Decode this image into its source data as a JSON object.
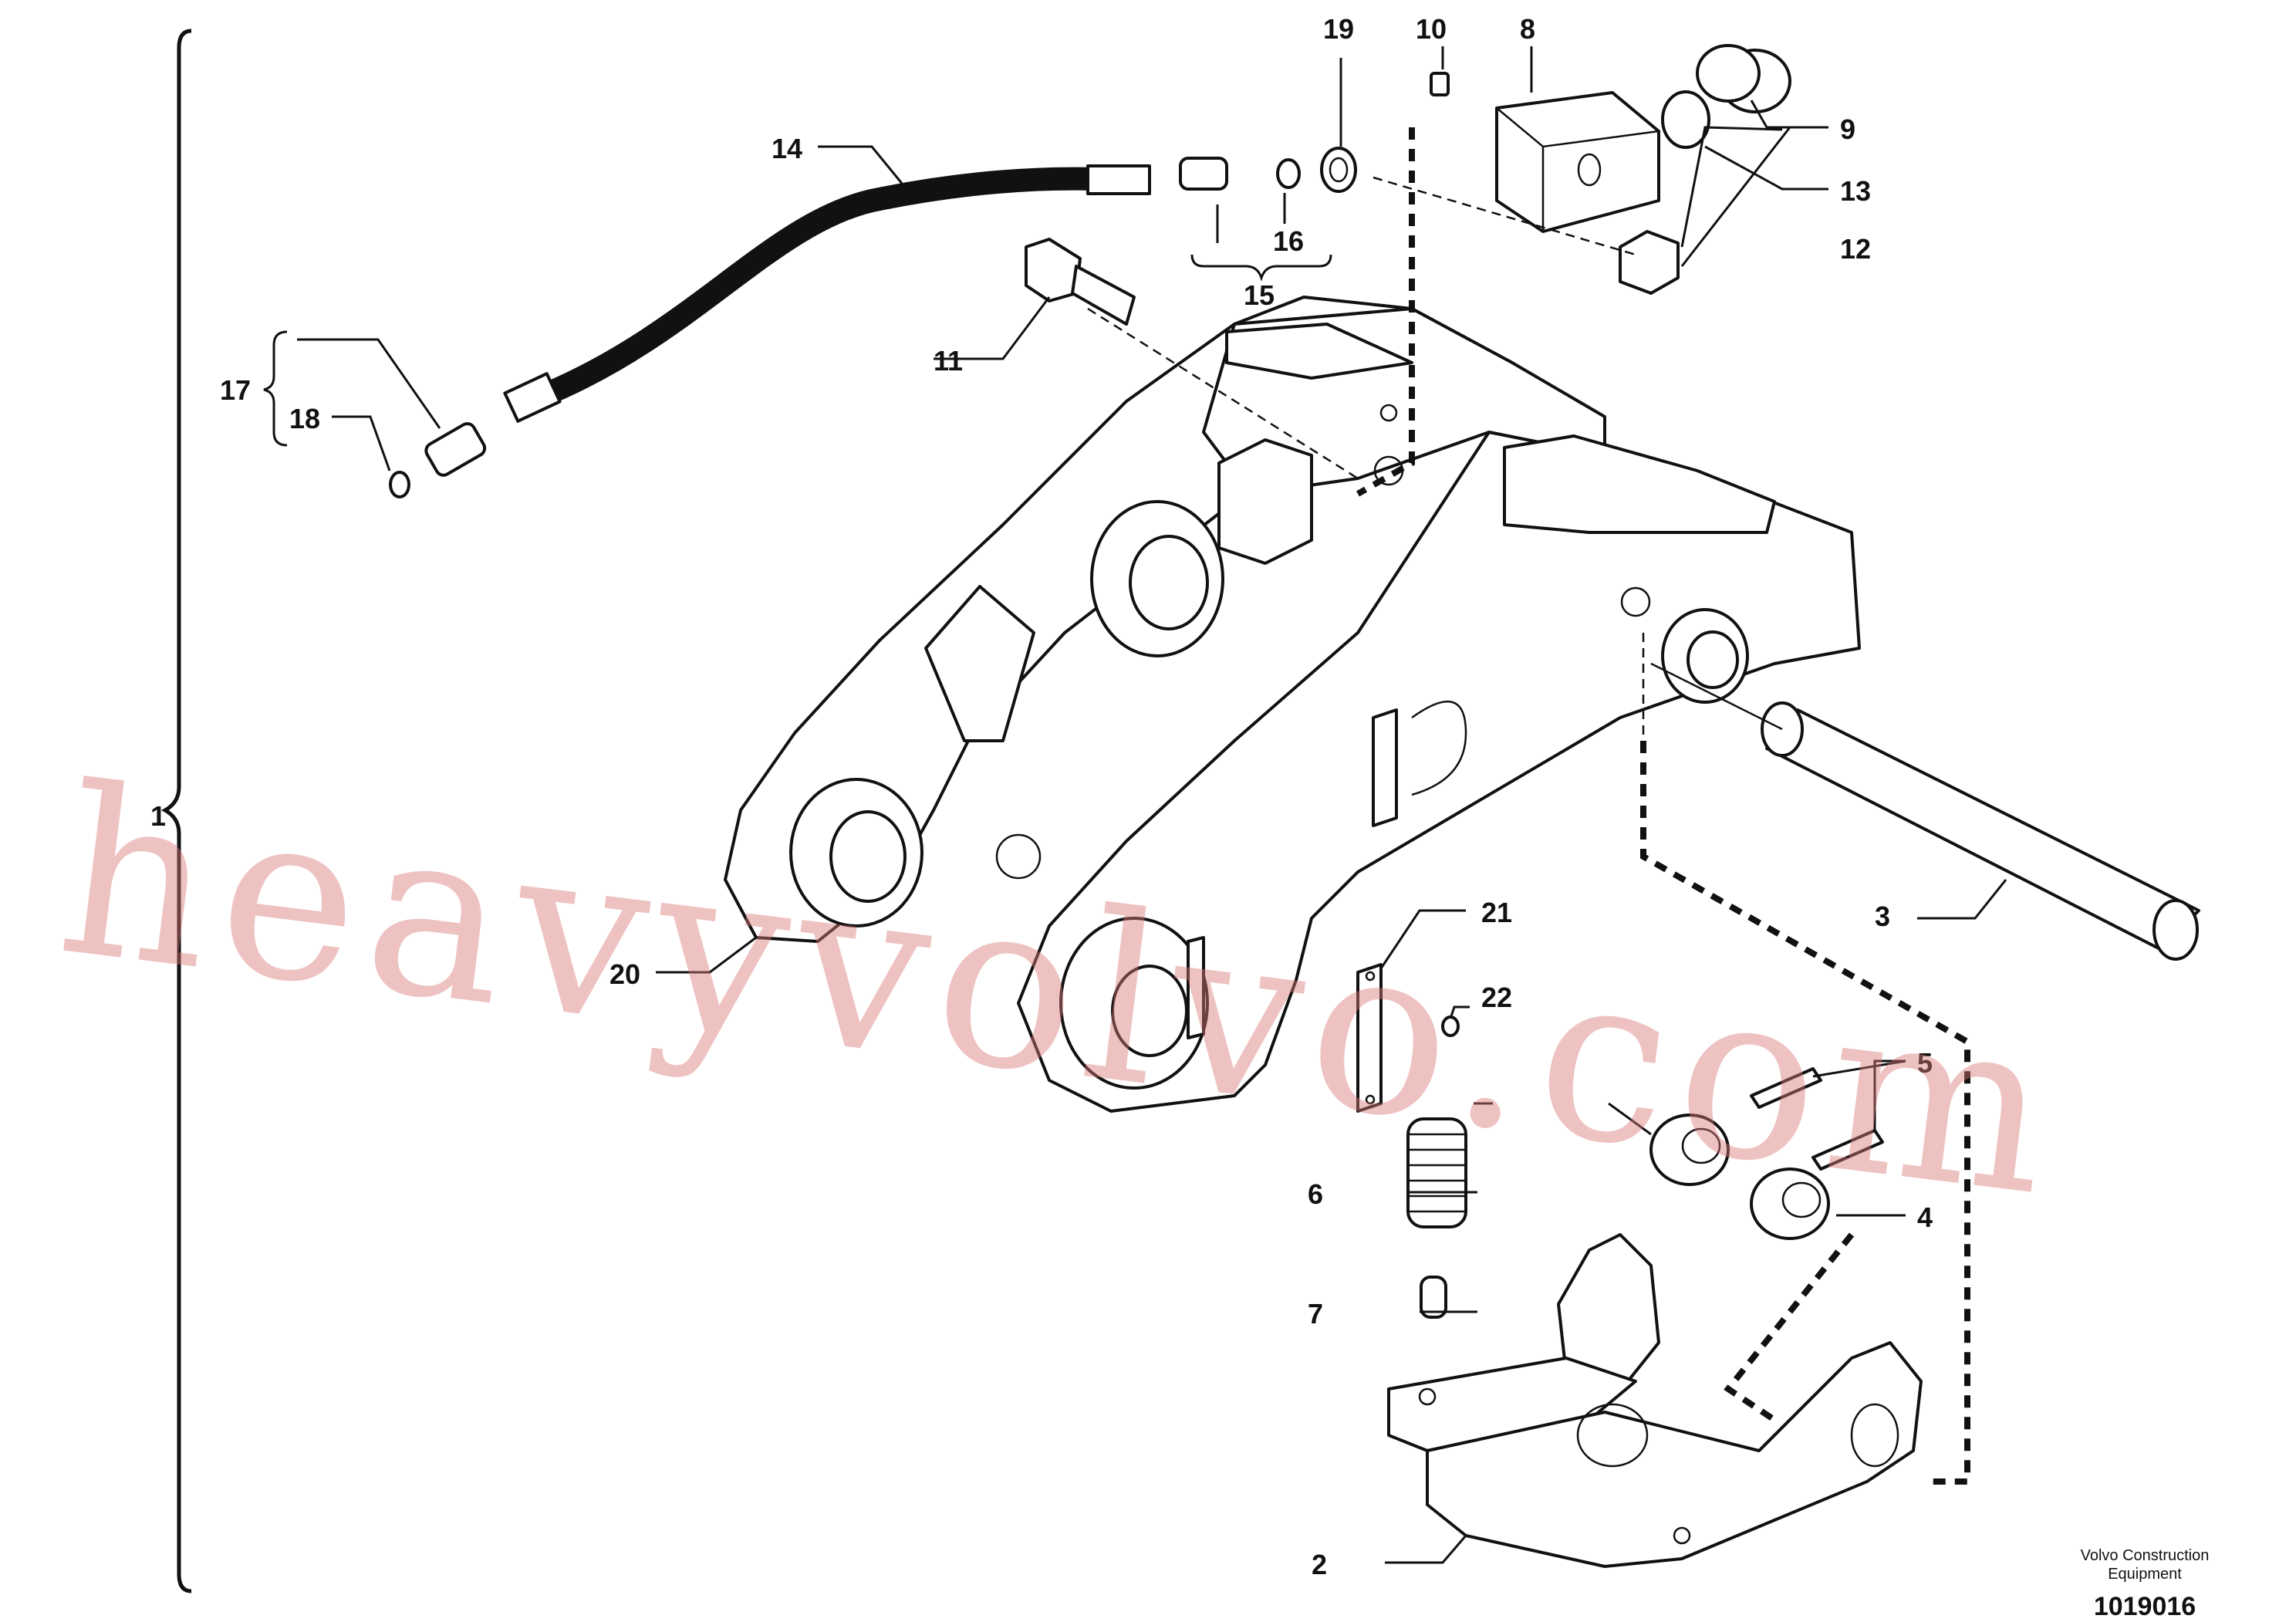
{
  "watermark": "heavyvolvo.com",
  "caption": {
    "line1": "Volvo Construction",
    "line2": "Equipment",
    "doc_number": "1019016"
  },
  "labels": {
    "l1": "1",
    "l2": "2",
    "l3": "3",
    "l4": "4",
    "l5": "5",
    "l6": "6",
    "l7": "7",
    "l8": "8",
    "l9": "9",
    "l10": "10",
    "l11": "11",
    "l12": "12",
    "l13": "13",
    "l14": "14",
    "l15": "15",
    "l16": "16",
    "l17": "17",
    "l18": "18",
    "l19": "19",
    "l20": "20",
    "l21": "21",
    "l22": "22"
  }
}
